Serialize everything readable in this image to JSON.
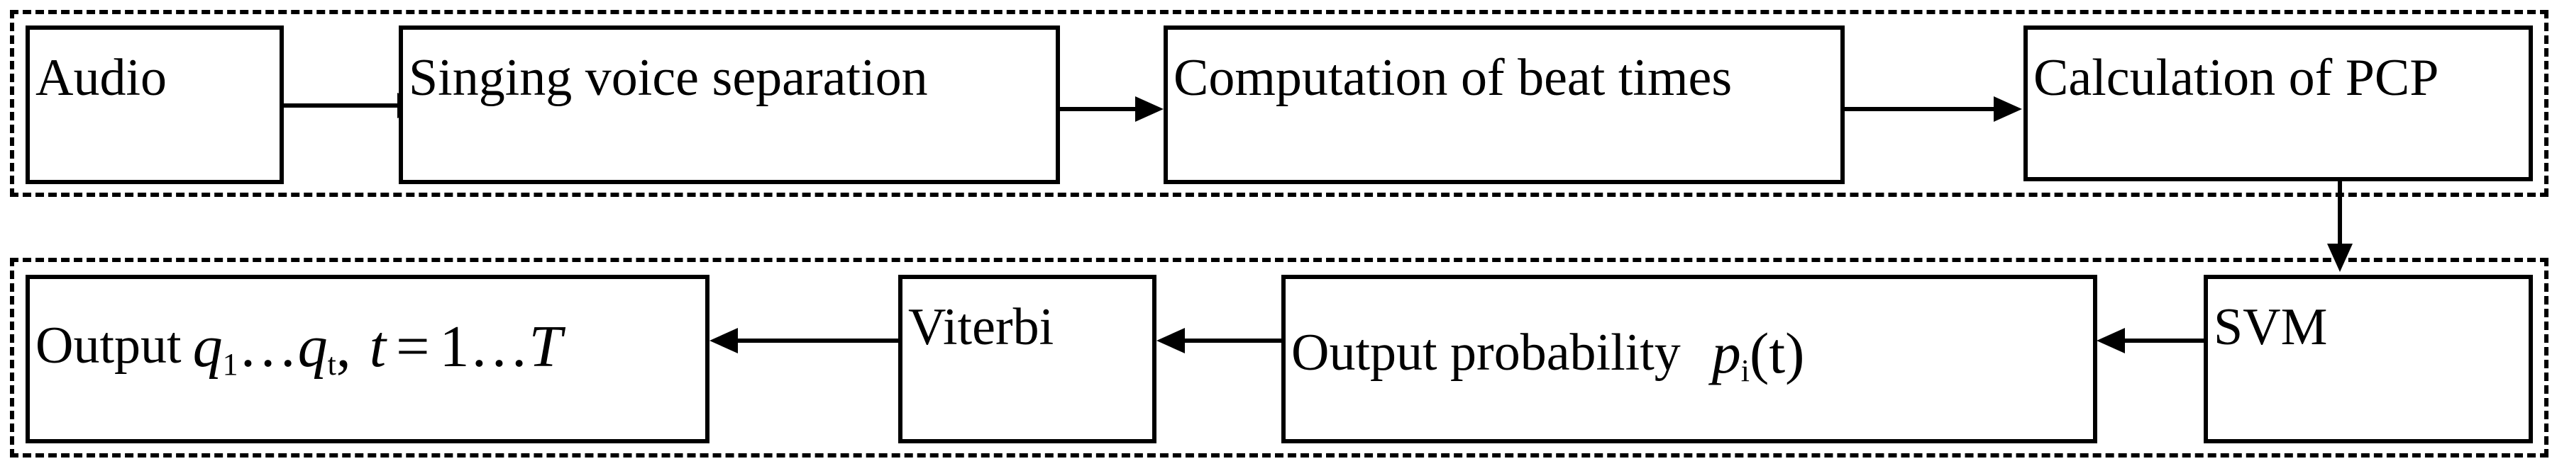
{
  "nodes": {
    "audio": "Audio",
    "separation": "Singing voice separation",
    "beat": "Computation of beat times",
    "pcp": "Calculation of PCP",
    "svm": "SVM",
    "prob": {
      "text": "Output probability",
      "var": "p",
      "sub": "i",
      "arg": "(t)"
    },
    "viterbi": "Viterbi",
    "output": {
      "text": "Output",
      "q1": "q",
      "q1_sub": "1",
      "dots": "…",
      "qt": "q",
      "qt_sub": "t",
      "comma": ",",
      "t": "t",
      "eq": "=",
      "range_start": "1",
      "range_dots": "…",
      "T": "T"
    }
  }
}
